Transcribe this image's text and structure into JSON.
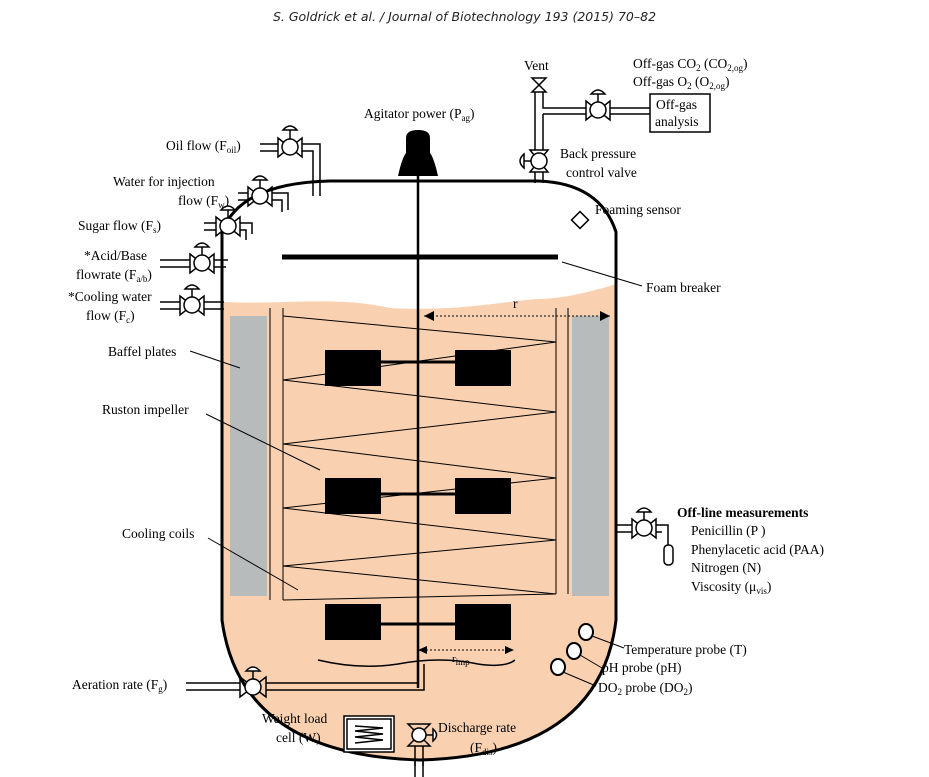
{
  "header": "S. Goldrick et al. / Journal of Biotechnology 193 (2015) 70–82",
  "labels": {
    "vent": "Vent",
    "offgas_co2": "Off-gas CO",
    "offgas_co2_sub": "2",
    "offgas_co2_sym": "(CO",
    "offgas_co2_sym_sub": "2,og",
    "offgas_o2": "Off-gas O",
    "offgas_o2_sub": "2",
    "offgas_o2_sym": "(O",
    "offgas_o2_sym_sub": "2,og",
    "offgas_analysis_1": "Off-gas",
    "offgas_analysis_2": "analysis",
    "agitator": "Agitator power (P",
    "agitator_sub": "ag",
    "back_pressure_1": "Back pressure",
    "back_pressure_2": "control valve",
    "foaming_sensor": "Foaming sensor",
    "foam_breaker": "Foam breaker",
    "oil_flow": "Oil flow (F",
    "oil_flow_sub": "oil",
    "water_1": "Water for injection",
    "water_2": "flow (F",
    "water_sub": "w",
    "sugar": "Sugar flow (F",
    "sugar_sub": "s",
    "acid_1": "*Acid/Base",
    "acid_2": "flowrate (F",
    "acid_sub": "a/b",
    "cooling_water_1": "*Cooling water",
    "cooling_water_2": "flow (F",
    "cooling_water_sub": "c",
    "r": "r",
    "baffel": "Baffel plates",
    "ruston": "Ruston impeller",
    "cooling_coils": "Cooling coils",
    "offline_title": "Off-line measurements",
    "penicillin": "Penicillin (P )",
    "paa": "Phenylacetic acid (PAA)",
    "nitrogen": "Nitrogen (N)",
    "viscosity": "Viscosity (μ",
    "viscosity_sub": "vis",
    "temperature": "Temperature probe (T)",
    "ph": "pH probe (pH)",
    "do2": "DO",
    "do2_sub": "2",
    "do2_rest": " probe (DO",
    "do2_rest_sub": "2",
    "r_imp": "r",
    "r_imp_sub": "imp",
    "aeration": "Aeration rate (F",
    "aeration_sub": "g",
    "weight_1": "Weight load",
    "weight_2": "cell (W)",
    "discharge_1": "Discharge rate",
    "discharge_2": "(F",
    "discharge_sub": "dis"
  },
  "colors": {
    "broth": "#f9d1b1",
    "baffle": "#b7bbbc",
    "ink": "#000000"
  }
}
